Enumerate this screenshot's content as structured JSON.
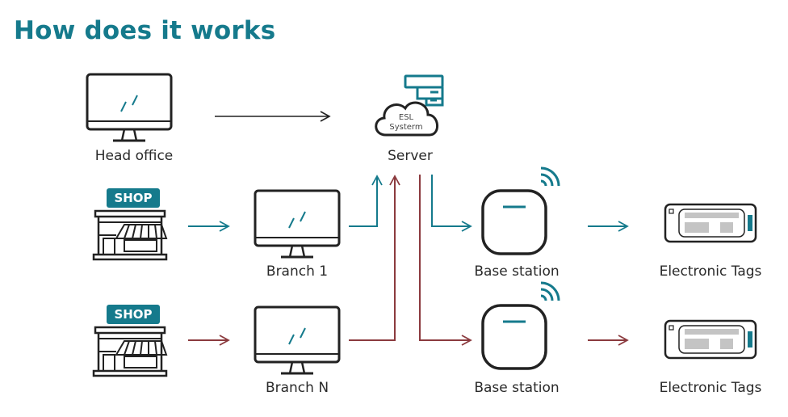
{
  "title": "How does it works",
  "colors": {
    "accent_teal": "#157a8c",
    "flow_red": "#8b3a3e",
    "outline": "#222222",
    "tag_gray": "#c4c4c4"
  },
  "nodes": {
    "head_office": {
      "label": "Head office",
      "icon": "monitor-icon"
    },
    "server": {
      "label": "Server",
      "icon": "cloud-server-icon",
      "cloud_text_1": "ESL",
      "cloud_text_2": "Systerm"
    },
    "shop_1": {
      "badge": "SHOP",
      "icon": "shop-icon"
    },
    "shop_n": {
      "badge": "SHOP",
      "icon": "shop-icon"
    },
    "branch_1": {
      "label": "Branch 1",
      "icon": "monitor-icon"
    },
    "branch_n": {
      "label": "Branch N",
      "icon": "monitor-icon"
    },
    "base_station_1": {
      "label": "Base station",
      "icon": "base-station-icon"
    },
    "base_station_2": {
      "label": "Base station",
      "icon": "base-station-icon"
    },
    "tags_1": {
      "label": "Electronic Tags",
      "icon": "electronic-tag-icon"
    },
    "tags_2": {
      "label": "Electronic Tags",
      "icon": "electronic-tag-icon"
    }
  },
  "flows": [
    {
      "from": "head_office",
      "to": "server",
      "color": "black"
    },
    {
      "from": "shop_1",
      "to": "branch_1",
      "color": "teal"
    },
    {
      "from": "branch_1",
      "to": "server",
      "color": "teal"
    },
    {
      "from": "server",
      "to": "base_station_1",
      "color": "teal"
    },
    {
      "from": "base_station_1",
      "to": "tags_1",
      "color": "teal"
    },
    {
      "from": "shop_n",
      "to": "branch_n",
      "color": "red"
    },
    {
      "from": "branch_n",
      "to": "server",
      "color": "red"
    },
    {
      "from": "server",
      "to": "base_station_2",
      "color": "red"
    },
    {
      "from": "base_station_2",
      "to": "tags_2",
      "color": "red"
    }
  ]
}
